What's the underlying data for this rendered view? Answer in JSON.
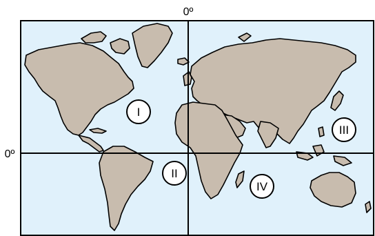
{
  "labels": {
    "meridian": "0º",
    "equator": "0º"
  },
  "zones": [
    {
      "id": "I",
      "label": "I"
    },
    {
      "id": "II",
      "label": "II"
    },
    {
      "id": "III",
      "label": "III"
    },
    {
      "id": "IV",
      "label": "IV"
    }
  ],
  "colors": {
    "ocean": "#e0f1fb",
    "land": "#c8bcae",
    "outline": "#000000",
    "zone_circle_fill": "#ffffff"
  }
}
